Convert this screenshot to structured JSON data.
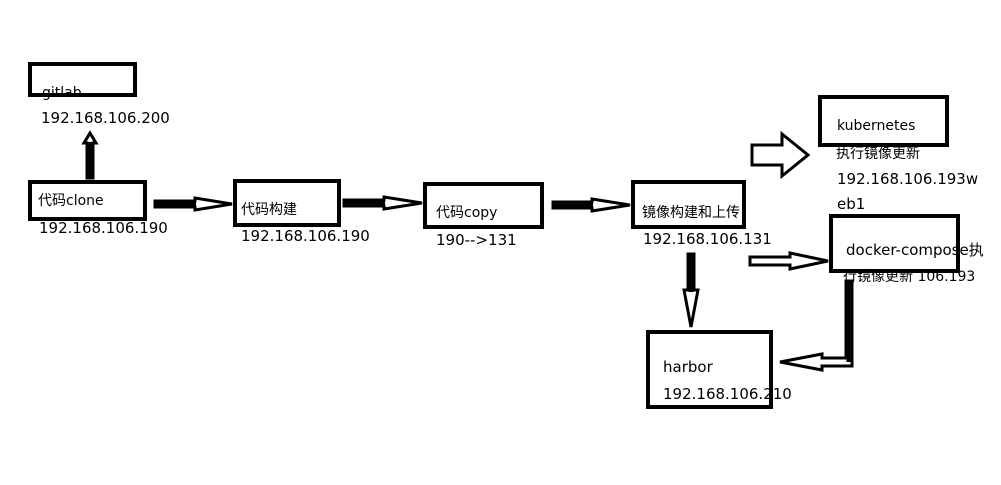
{
  "diagram": {
    "nodes": {
      "gitlab": {
        "label": "gitlab",
        "ip": "192.168.106.200"
      },
      "clone": {
        "label": "代码clone",
        "ip": "192.168.106.190"
      },
      "build": {
        "label": "代码构建",
        "ip": "192.168.106.190"
      },
      "copy": {
        "label": "代码copy",
        "ip": "190-->131"
      },
      "image": {
        "label": "镜像构建和上传",
        "ip": "192.168.106.131"
      },
      "kubernetes": {
        "label": "kubernetes",
        "desc1": "执行镜像更新",
        "desc2": "192.168.106.193w",
        "desc3": "eb1"
      },
      "compose": {
        "label": "docker-compose执",
        "desc": "行镜像更新 106.193"
      },
      "harbor": {
        "label": "harbor",
        "ip": "192.168.106.210"
      }
    },
    "edges": [
      {
        "from": "clone",
        "to": "gitlab"
      },
      {
        "from": "clone",
        "to": "build"
      },
      {
        "from": "build",
        "to": "copy"
      },
      {
        "from": "copy",
        "to": "image"
      },
      {
        "from": "image",
        "to": "harbor"
      },
      {
        "from": "image",
        "to": "compose"
      },
      {
        "from": "compose",
        "to": "harbor"
      }
    ],
    "colors": {
      "stroke": "#000000",
      "background": "#ffffff"
    }
  }
}
